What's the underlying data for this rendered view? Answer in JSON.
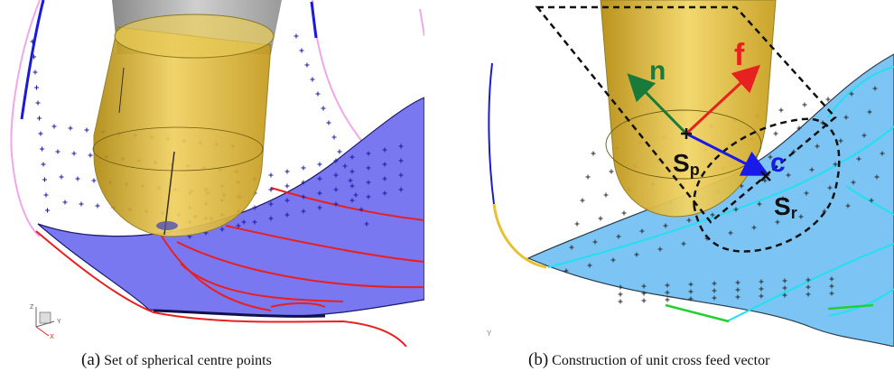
{
  "captions": {
    "a": {
      "letter": "(a)",
      "text": "Set of spherical centre points"
    },
    "b": {
      "letter": "(b)",
      "text": "Construction of unit cross feed vector"
    }
  },
  "panel_a": {
    "axis_labels": {
      "z": "Z",
      "y": "Y",
      "x": "X"
    }
  },
  "panel_b": {
    "vector_labels": {
      "n": "n",
      "f": "f",
      "c": "c"
    },
    "point_labels": {
      "sp_main": "S",
      "sp_sub": "p",
      "sr_main": "S",
      "sr_sub": "r"
    },
    "corner_mark": "Y"
  },
  "colors": {
    "surface_a": "#7a78f0",
    "surface_b": "#7cc4f4",
    "tool": "#e6c23a",
    "feed": "#e82020",
    "normal": "#1a7a3a",
    "cross": "#1a1ae8"
  }
}
